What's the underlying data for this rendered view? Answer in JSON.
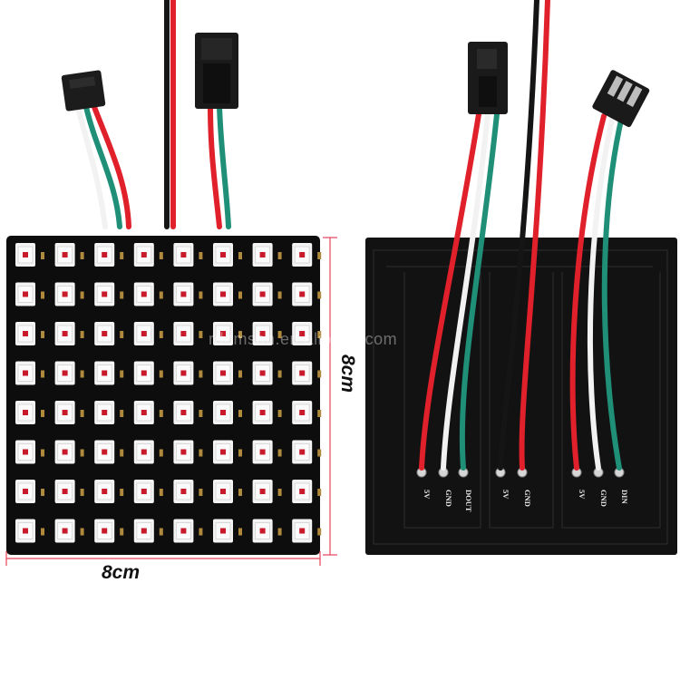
{
  "dimensions": {
    "width": "8cm",
    "height": "8cm"
  },
  "watermark": "rdomsan.en.alibaba.com",
  "back_pad_labels": [
    "5V",
    "GND",
    "DOUT",
    "5V",
    "GND",
    "5V",
    "GND",
    "DIN"
  ],
  "led_grid": {
    "rows": 8,
    "cols": 8
  },
  "colors": {
    "pcb": "#0d0d0d",
    "led_body": "#f4f4f4",
    "led_chip": "#c81a2a",
    "wire_red": "#e0202a",
    "wire_white": "#f2f2f2",
    "wire_green": "#1f8f78",
    "wire_black": "#151515",
    "dimension_line": "#e8425a"
  }
}
